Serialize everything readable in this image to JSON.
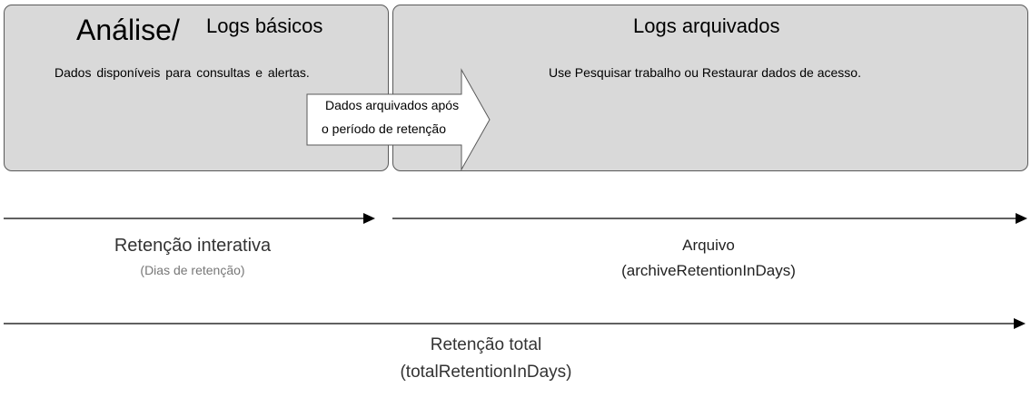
{
  "boxes": {
    "left": {
      "title_big": "Análise/",
      "title": "Logs básicos",
      "description": "Dados disponíveis para consultas e alertas."
    },
    "right": {
      "title": "Logs arquivados",
      "description": "Use Pesquisar trabalho ou Restaurar dados de acesso."
    }
  },
  "callout": {
    "line1": "Dados arquivados após",
    "line2": "o período de retenção"
  },
  "timeline": {
    "interactive": {
      "label": "Retenção interativa",
      "sub": "(Dias de retenção)"
    },
    "archive": {
      "label": "Arquivo",
      "sub": "(archiveRetentionInDays)"
    },
    "total": {
      "label": "Retenção total",
      "sub": "(totalRetentionInDays)"
    }
  },
  "colors": {
    "box_fill": "#d9d9d9",
    "box_border": "#595959",
    "arrow": "#000000"
  }
}
